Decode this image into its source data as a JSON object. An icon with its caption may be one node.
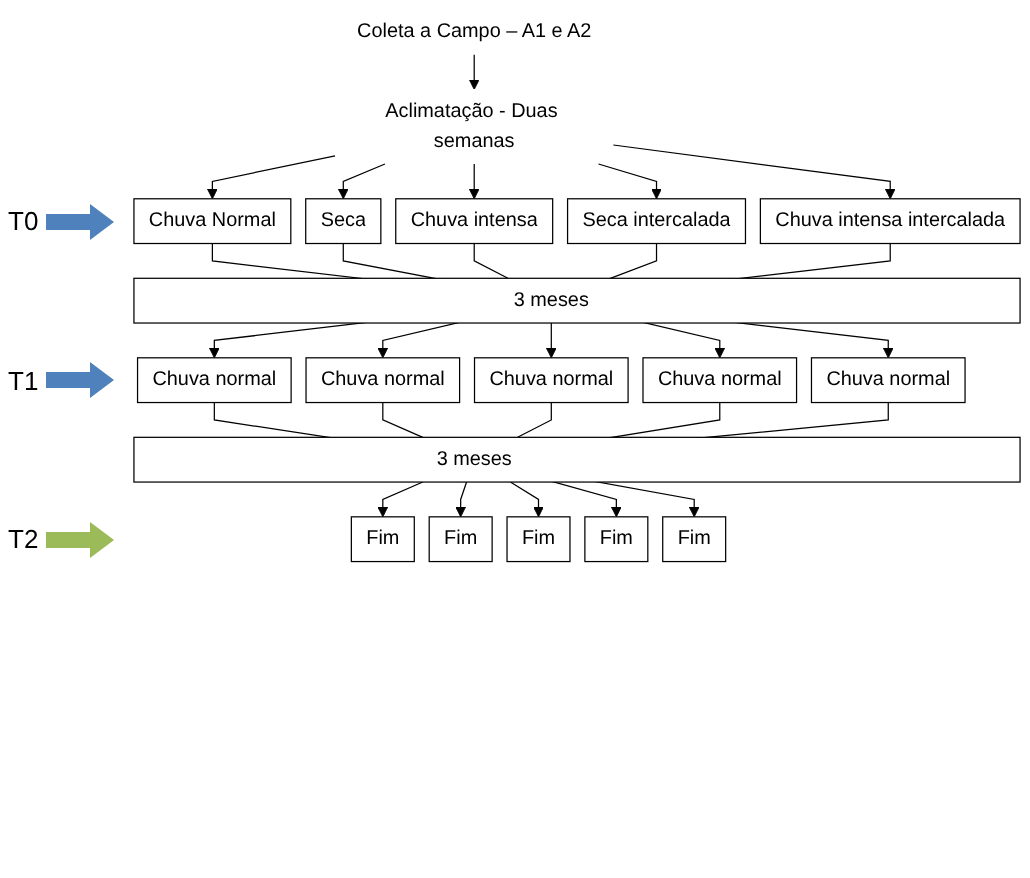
{
  "diagram": {
    "nodes": [
      {
        "text": [
          "Coleta a Campo – A1 e A2"
        ]
      },
      {
        "text": [
          "Aclimatação - Duas semanas"
        ]
      },
      {
        "text": [
          "Chuva Normal"
        ]
      },
      {
        "text": [
          "Seca"
        ]
      },
      {
        "text": [
          "Chuva intensa"
        ]
      },
      {
        "text": [
          "Seca intercalada"
        ]
      },
      {
        "text": [
          "Chuva intensa intercalada"
        ]
      },
      {
        "text": [
          "3 meses"
        ]
      },
      {
        "text": [
          "Chuva normal"
        ]
      },
      {
        "text": [
          "Chuva normal"
        ]
      },
      {
        "text": [
          "Chuva normal"
        ]
      },
      {
        "text": [
          "Chuva normal"
        ]
      },
      {
        "text": [
          "Chuva normal"
        ]
      },
      {
        "text": [
          "3 meses"
        ]
      },
      {
        "text": [
          "Fim"
        ]
      },
      {
        "text": [
          "Fim"
        ]
      },
      {
        "text": [
          "Fim"
        ]
      },
      {
        "text": [
          "Fim"
        ]
      },
      {
        "text": [
          "Fim"
        ]
      }
    ],
    "edges": [
      {
        "from": 0,
        "to": 1,
        "arrow": "to"
      },
      {
        "from": 1,
        "to": 2,
        "arrow": "to"
      },
      {
        "from": 1,
        "to": 3,
        "arrow": "to"
      },
      {
        "from": 1,
        "to": 4,
        "arrow": "to"
      },
      {
        "from": 1,
        "to": 5,
        "arrow": "to"
      },
      {
        "from": 1,
        "to": 6,
        "arrow": "to"
      },
      {
        "from": 2,
        "to": 7,
        "arrow": "none"
      },
      {
        "from": 3,
        "to": 7,
        "arrow": "none"
      },
      {
        "from": 4,
        "to": 7,
        "arrow": "none"
      },
      {
        "from": 5,
        "to": 7,
        "arrow": "none"
      },
      {
        "from": 6,
        "to": 7,
        "arrow": "none"
      },
      {
        "from": 7,
        "to": 8,
        "arrow": "to"
      },
      {
        "from": 7,
        "to": 9,
        "arrow": "to"
      },
      {
        "from": 7,
        "to": 10,
        "arrow": "to"
      },
      {
        "from": 7,
        "to": 11,
        "arrow": "to"
      },
      {
        "from": 7,
        "to": 12,
        "arrow": "to"
      },
      {
        "from": 8,
        "to": 13,
        "arrow": "none"
      },
      {
        "from": 9,
        "to": 13,
        "arrow": "none"
      },
      {
        "from": 10,
        "to": 13,
        "arrow": "none"
      },
      {
        "from": 11,
        "to": 13,
        "arrow": "none"
      },
      {
        "from": 12,
        "to": 13,
        "arrow": "none"
      },
      {
        "from": 13,
        "to": 14,
        "arrow": "to"
      },
      {
        "from": 13,
        "to": 15,
        "arrow": "to"
      },
      {
        "from": 13,
        "to": 16,
        "arrow": "to"
      },
      {
        "from": 13,
        "to": 17,
        "arrow": "to"
      },
      {
        "from": 13,
        "to": 18,
        "arrow": "to"
      }
    ],
    "labels": [
      "T0",
      "T1",
      "T2"
    ]
  }
}
